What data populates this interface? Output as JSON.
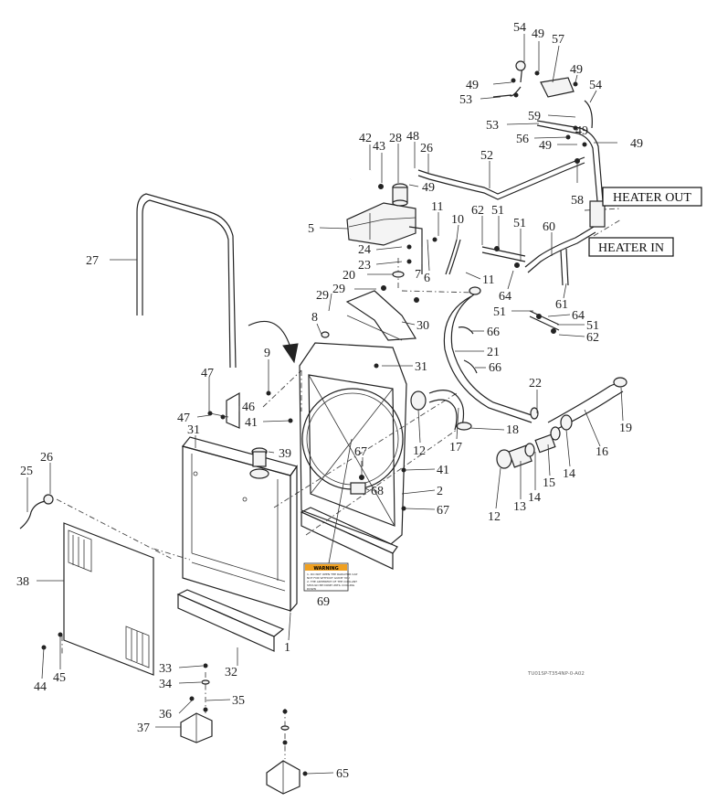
{
  "drawing_code": "TU01SP-T354NP-0-A02",
  "tags": {
    "heater_out": "HEATER OUT",
    "heater_in": "HEATER IN"
  },
  "warning_label": {
    "title": "WARNING",
    "lines": [
      "1. DO NOT OPEN THE RADIATOR CAP",
      "NOT FOR WITHOUT GUIDE YOU",
      "2. THE ADHERENT OF THE COOLANT",
      "SHOULD BE DONE UNTIL COOLING",
      "DOWN"
    ]
  },
  "callouts": [
    {
      "id": "c54a",
      "text": "54"
    },
    {
      "id": "c49a",
      "text": "49"
    },
    {
      "id": "c57",
      "text": "57"
    },
    {
      "id": "c49b",
      "text": "49"
    },
    {
      "id": "c49c",
      "text": "49"
    },
    {
      "id": "c53a",
      "text": "53"
    },
    {
      "id": "c54b",
      "text": "54"
    },
    {
      "id": "c59",
      "text": "59"
    },
    {
      "id": "c53b",
      "text": "53"
    },
    {
      "id": "c49d",
      "text": "49"
    },
    {
      "id": "c56",
      "text": "56"
    },
    {
      "id": "c49e",
      "text": "49"
    },
    {
      "id": "c49f",
      "text": "49"
    },
    {
      "id": "c42",
      "text": "42"
    },
    {
      "id": "c43",
      "text": "43"
    },
    {
      "id": "c28",
      "text": "28"
    },
    {
      "id": "c48",
      "text": "48"
    },
    {
      "id": "c26a",
      "text": "26"
    },
    {
      "id": "c52",
      "text": "52"
    },
    {
      "id": "c49g",
      "text": "49"
    },
    {
      "id": "c58",
      "text": "58"
    },
    {
      "id": "c11a",
      "text": "11"
    },
    {
      "id": "c10",
      "text": "10"
    },
    {
      "id": "c62a",
      "text": "62"
    },
    {
      "id": "c51a",
      "text": "51"
    },
    {
      "id": "c51b",
      "text": "51"
    },
    {
      "id": "c60",
      "text": "60"
    },
    {
      "id": "c5",
      "text": "5"
    },
    {
      "id": "c24",
      "text": "24"
    },
    {
      "id": "c23",
      "text": "23"
    },
    {
      "id": "c7",
      "text": "7"
    },
    {
      "id": "c6",
      "text": "6"
    },
    {
      "id": "c20",
      "text": "20"
    },
    {
      "id": "c11b",
      "text": "11"
    },
    {
      "id": "c29a",
      "text": "29"
    },
    {
      "id": "c29b",
      "text": "29"
    },
    {
      "id": "c64a",
      "text": "64"
    },
    {
      "id": "c61",
      "text": "61"
    },
    {
      "id": "c27",
      "text": "27"
    },
    {
      "id": "c51c",
      "text": "51"
    },
    {
      "id": "c64b",
      "text": "64"
    },
    {
      "id": "c51d",
      "text": "51"
    },
    {
      "id": "c62b",
      "text": "62"
    },
    {
      "id": "c8",
      "text": "8"
    },
    {
      "id": "c30",
      "text": "30"
    },
    {
      "id": "c66a",
      "text": "66"
    },
    {
      "id": "c21",
      "text": "21"
    },
    {
      "id": "c9",
      "text": "9"
    },
    {
      "id": "c31a",
      "text": "31"
    },
    {
      "id": "c66b",
      "text": "66"
    },
    {
      "id": "c47a",
      "text": "47"
    },
    {
      "id": "c22",
      "text": "22"
    },
    {
      "id": "c46",
      "text": "46"
    },
    {
      "id": "c47b",
      "text": "47"
    },
    {
      "id": "c41a",
      "text": "41"
    },
    {
      "id": "c19",
      "text": "19"
    },
    {
      "id": "c31b",
      "text": "31"
    },
    {
      "id": "c12a",
      "text": "12"
    },
    {
      "id": "c17",
      "text": "17"
    },
    {
      "id": "c18",
      "text": "18"
    },
    {
      "id": "c16",
      "text": "16"
    },
    {
      "id": "c39",
      "text": "39"
    },
    {
      "id": "c67a",
      "text": "67"
    },
    {
      "id": "c26b",
      "text": "26"
    },
    {
      "id": "c41b",
      "text": "41"
    },
    {
      "id": "c14a",
      "text": "14"
    },
    {
      "id": "c25",
      "text": "25"
    },
    {
      "id": "c15",
      "text": "15"
    },
    {
      "id": "c14b",
      "text": "14"
    },
    {
      "id": "c68",
      "text": "68"
    },
    {
      "id": "c2",
      "text": "2"
    },
    {
      "id": "c13",
      "text": "13"
    },
    {
      "id": "c12b",
      "text": "12"
    },
    {
      "id": "c67b",
      "text": "67"
    },
    {
      "id": "c38",
      "text": "38"
    },
    {
      "id": "c69",
      "text": "69"
    },
    {
      "id": "c1",
      "text": "1"
    },
    {
      "id": "c32",
      "text": "32"
    },
    {
      "id": "c44",
      "text": "44"
    },
    {
      "id": "c45",
      "text": "45"
    },
    {
      "id": "c33",
      "text": "33"
    },
    {
      "id": "c34",
      "text": "34"
    },
    {
      "id": "c35",
      "text": "35"
    },
    {
      "id": "c36",
      "text": "36"
    },
    {
      "id": "c37",
      "text": "37"
    },
    {
      "id": "c65",
      "text": "65"
    }
  ]
}
